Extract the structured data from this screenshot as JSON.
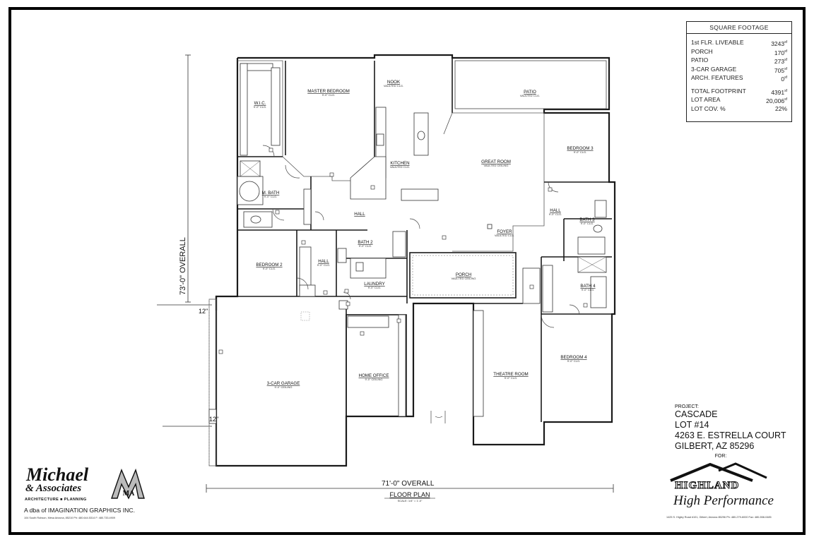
{
  "square_footage": {
    "title": "SQUARE FOOTAGE",
    "rows": [
      {
        "label": "1st FLR. LIVEABLE",
        "value": "3243"
      },
      {
        "label": "PORCH",
        "value": "170"
      },
      {
        "label": "PATIO",
        "value": "273"
      },
      {
        "label": "3-CAR GARAGE",
        "value": "705"
      },
      {
        "label": "ARCH. FEATURES",
        "value": "0"
      }
    ],
    "totals": [
      {
        "label": "TOTAL FOOTPRINT",
        "value": "4391"
      },
      {
        "label": "LOT AREA",
        "value": "20,006"
      },
      {
        "label": "LOT COV. %",
        "value": "22%"
      }
    ],
    "unit": "sf"
  },
  "project": {
    "label": "PROJECT:",
    "lines": [
      "CASCADE",
      "LOT #14",
      "4263 E. ESTRELLA COURT",
      "GILBERT, AZ 85296"
    ],
    "for_label": "FOR:"
  },
  "builder": {
    "brand": "HIGHLAND",
    "tagline": "High Performance",
    "address": "1425 S. Higley Road #101, Gilbert, Arizona 85296  Ph: 480-279-6000  Fax: 480-558-0485"
  },
  "architect": {
    "name_line1": "Michael",
    "name_line2": "& Associates",
    "discipline": "ARCHITECTURE ■ PLANNING",
    "dba": "A dba of IMAGINATION GRAPHICS INC.",
    "contact": "104 South Robson, Mesa Arizona, 85210   Ph: 480.644.5314   F: 480.733.4909",
    "monogram": "MA"
  },
  "drawing": {
    "title": "FLOOR PLAN",
    "scale": "SCALE: 1/4\" = 1'-0\"",
    "overall_width": "71'-0\" OVERALL",
    "overall_depth": "73'-0\" OVERALL",
    "offset_top": "12\"",
    "offset_bottom": "12\""
  },
  "rooms": [
    {
      "name": "MASTER BEDROOM",
      "sub": "9'-0\" CLG."
    },
    {
      "name": "W.I.C.",
      "sub": "9'-0\" CLG."
    },
    {
      "name": "M. BATH",
      "sub": "9'-0\" CLG."
    },
    {
      "name": "NOOK",
      "sub": "VAULTED CLG."
    },
    {
      "name": "KITCHEN",
      "sub": "VAULTED CLG."
    },
    {
      "name": "PATIO",
      "sub": "VAULTED CLG."
    },
    {
      "name": "GREAT ROOM",
      "sub": "VAULTED CEILING"
    },
    {
      "name": "BEDROOM 3",
      "sub": "9'-0\" CLG."
    },
    {
      "name": "HALL",
      "sub": ""
    },
    {
      "name": "HALL",
      "sub": "9'-0\" CLG."
    },
    {
      "name": "BATH 3",
      "sub": "9'-0\" CLG."
    },
    {
      "name": "FOYER",
      "sub": "VAULTED CLG."
    },
    {
      "name": "BATH 2",
      "sub": "9'-0\" CLG."
    },
    {
      "name": "BEDROOM 2",
      "sub": "9'-0\" CLG."
    },
    {
      "name": "HALL",
      "sub": "9'-0\" CLG."
    },
    {
      "name": "LAUNDRY",
      "sub": "9'-0\" CLG."
    },
    {
      "name": "PORCH",
      "sub": "VAULTED CEILING"
    },
    {
      "name": "BATH 4",
      "sub": "9'-0\" CLG."
    },
    {
      "name": "3-CAR GARAGE",
      "sub": "9'-0\" CEILING"
    },
    {
      "name": "HOME OFFICE",
      "sub": "9'-0\" CEILING"
    },
    {
      "name": "THEATRE ROOM",
      "sub": "9'-0\" CLG."
    },
    {
      "name": "BEDROOM 4",
      "sub": "9'-0\" CLG."
    }
  ],
  "colors": {
    "line": "#1a1a1a",
    "paper": "#ffffff"
  }
}
